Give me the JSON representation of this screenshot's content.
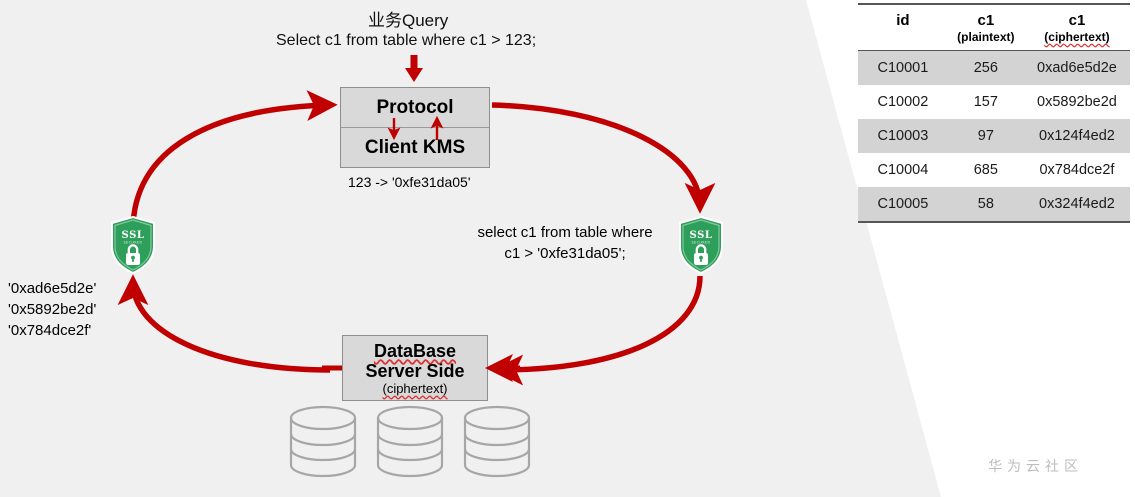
{
  "diagram": {
    "title_cn": "业务Query",
    "subtitle_sql": "Select c1 from table where c1 > 123;",
    "protocol_label": "Protocol",
    "client_kms_label": "Client KMS",
    "kms_caption": "123 -> '0xfe31da05'",
    "mid_query": "select c1 from table where c1 > '0xfe31da05';",
    "database_line1": "DataBase",
    "database_line2": "Server Side",
    "database_line3": "(ciphertext)",
    "returned_values": [
      "'0xad6e5d2e'",
      "'0x5892be2d'",
      "'0x784dce2f'"
    ],
    "shield_label": "SSL",
    "shield_sublabel": "SECURED",
    "accent_red": "#c00000",
    "shield_green": "#2e9e5b",
    "box_fill": "#d9d9d9",
    "panel_bg": "#f0f0f0"
  },
  "table": {
    "headers": [
      {
        "main": "id",
        "sub": ""
      },
      {
        "main": "c1",
        "sub": "(plaintext)"
      },
      {
        "main": "c1",
        "sub": "(ciphertext)"
      }
    ],
    "rows": [
      {
        "id": "C10001",
        "plaintext": "256",
        "ciphertext": "0xad6e5d2e",
        "shaded": true
      },
      {
        "id": "C10002",
        "plaintext": "157",
        "ciphertext": "0x5892be2d",
        "shaded": false
      },
      {
        "id": "C10003",
        "plaintext": "97",
        "ciphertext": "0x124f4ed2",
        "shaded": true
      },
      {
        "id": "C10004",
        "plaintext": "685",
        "ciphertext": "0x784dce2f",
        "shaded": false
      },
      {
        "id": "C10005",
        "plaintext": "58",
        "ciphertext": "0x324f4ed2",
        "shaded": true
      }
    ]
  },
  "watermark": {
    "text": "华为云社区"
  }
}
